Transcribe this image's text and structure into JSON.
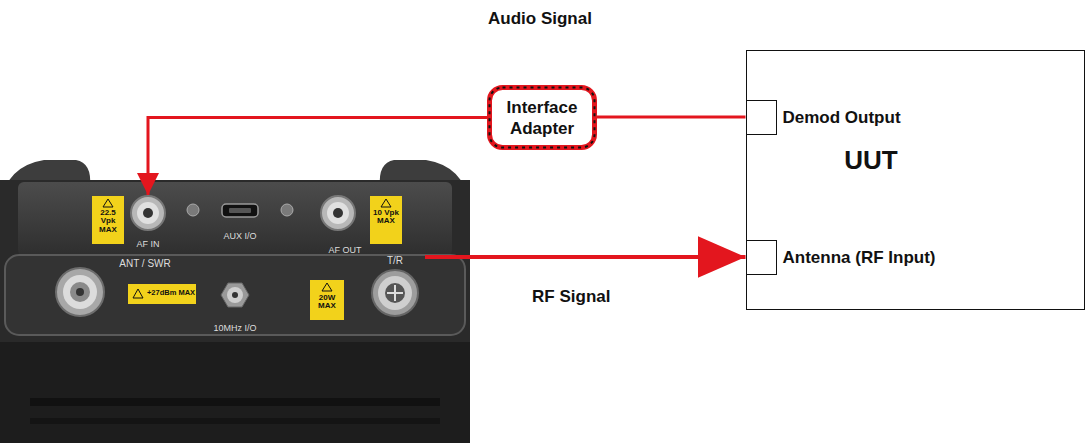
{
  "diagram": {
    "nodes": [
      {
        "text": [
          "Interface Adapter"
        ]
      },
      {
        "text": [
          "UUT"
        ]
      },
      {
        "text": [
          "Demod Output"
        ],
        "in": 1
      },
      {
        "text": [
          "AF IN"
        ]
      },
      {
        "text": [
          "T/R"
        ]
      },
      {
        "text": [
          "Antenna (RF Input)"
        ],
        "in": 1
      }
    ],
    "edges": [
      {
        "from": 2,
        "to": 0,
        "arrow": "none"
      },
      {
        "from": 0,
        "to": 3,
        "arrow": "to"
      },
      {
        "from": 4,
        "to": 5,
        "arrow": "to",
        "label": "RF Signal"
      }
    ],
    "labels": [
      "Audio Signal",
      "22.5 Vpk MAX",
      "AUX I/O",
      "10 Vpk MAX",
      "AF OUT",
      "ANT / SWR",
      "+27dBm MAX",
      "10MHz I/O",
      "20W MAX"
    ]
  }
}
